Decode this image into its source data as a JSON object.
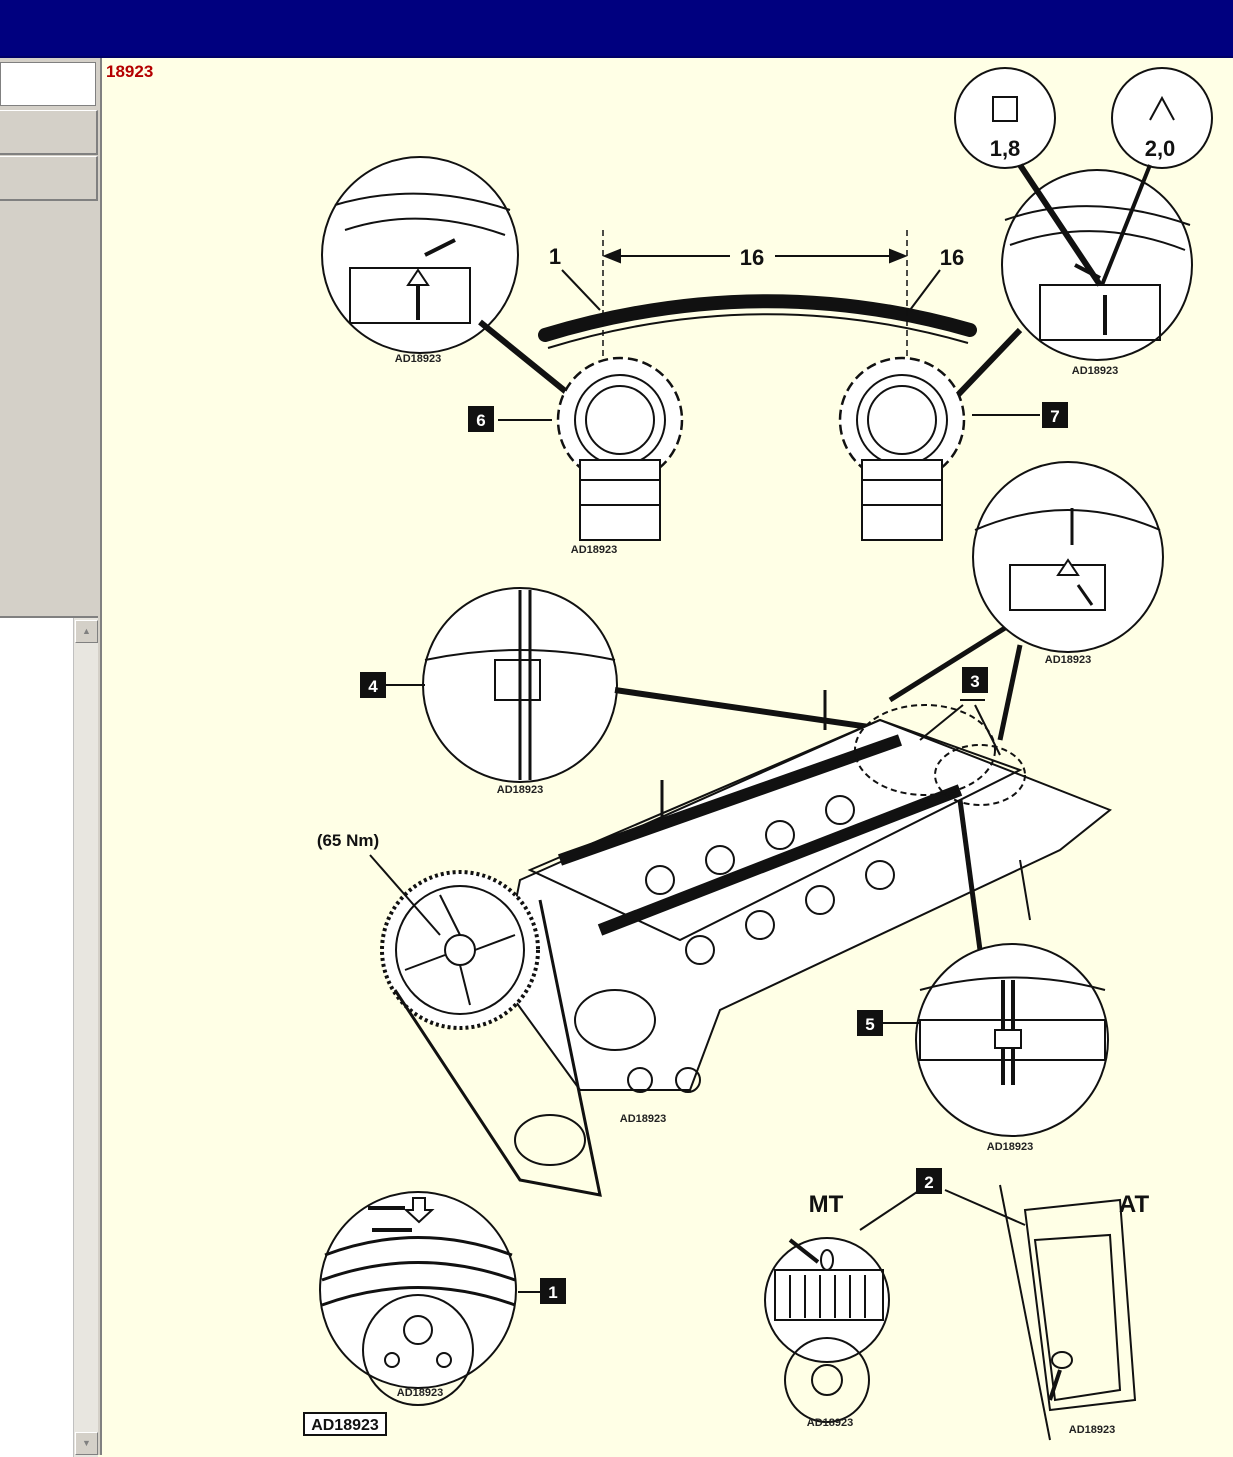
{
  "document": {
    "id": "18923"
  },
  "diagram": {
    "ref_code": "AD18923",
    "dimension_1": "1",
    "dimension_16": "16",
    "label_16_right": "16",
    "engine_1_8": "1,8",
    "engine_2_0": "2,0",
    "torque": "(65 Nm)",
    "mt_label": "MT",
    "at_label": "AT",
    "callouts": [
      "1",
      "2",
      "3",
      "4",
      "5",
      "6",
      "7"
    ]
  },
  "icons": {
    "square_symbol": "square-symbol",
    "caret_symbol": "caret-symbol"
  }
}
